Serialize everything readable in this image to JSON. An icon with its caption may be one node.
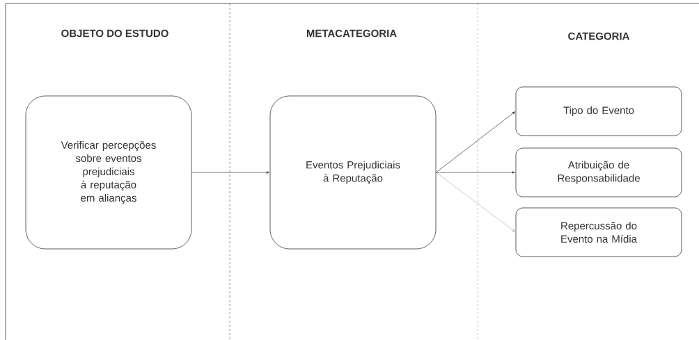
{
  "diagram": {
    "nodes": [
      {
        "text": [
          "Verificar percepções sobre eventos prejudiciais à reputação em alianças"
        ]
      },
      {
        "text": [
          "Eventos Prejudiciais à Reputação"
        ]
      },
      {
        "text": [
          "Tipo do Evento"
        ]
      },
      {
        "text": [
          "Atribuição de Responsabilidade"
        ]
      },
      {
        "text": [
          "Repercussão do Evento na Mídia"
        ]
      }
    ],
    "edges": [
      {
        "from": 0,
        "to": 1,
        "arrow": "to"
      },
      {
        "from": 1,
        "to": 2,
        "arrow": "to"
      },
      {
        "from": 1,
        "to": 3,
        "arrow": "to"
      },
      {
        "from": 1,
        "to": 4,
        "arrow": "to",
        "color": "#b0b0b0"
      }
    ],
    "labels": [
      "OBJETO DO ESTUDO",
      "METACATEGORIA",
      "CATEGORIA"
    ]
  }
}
